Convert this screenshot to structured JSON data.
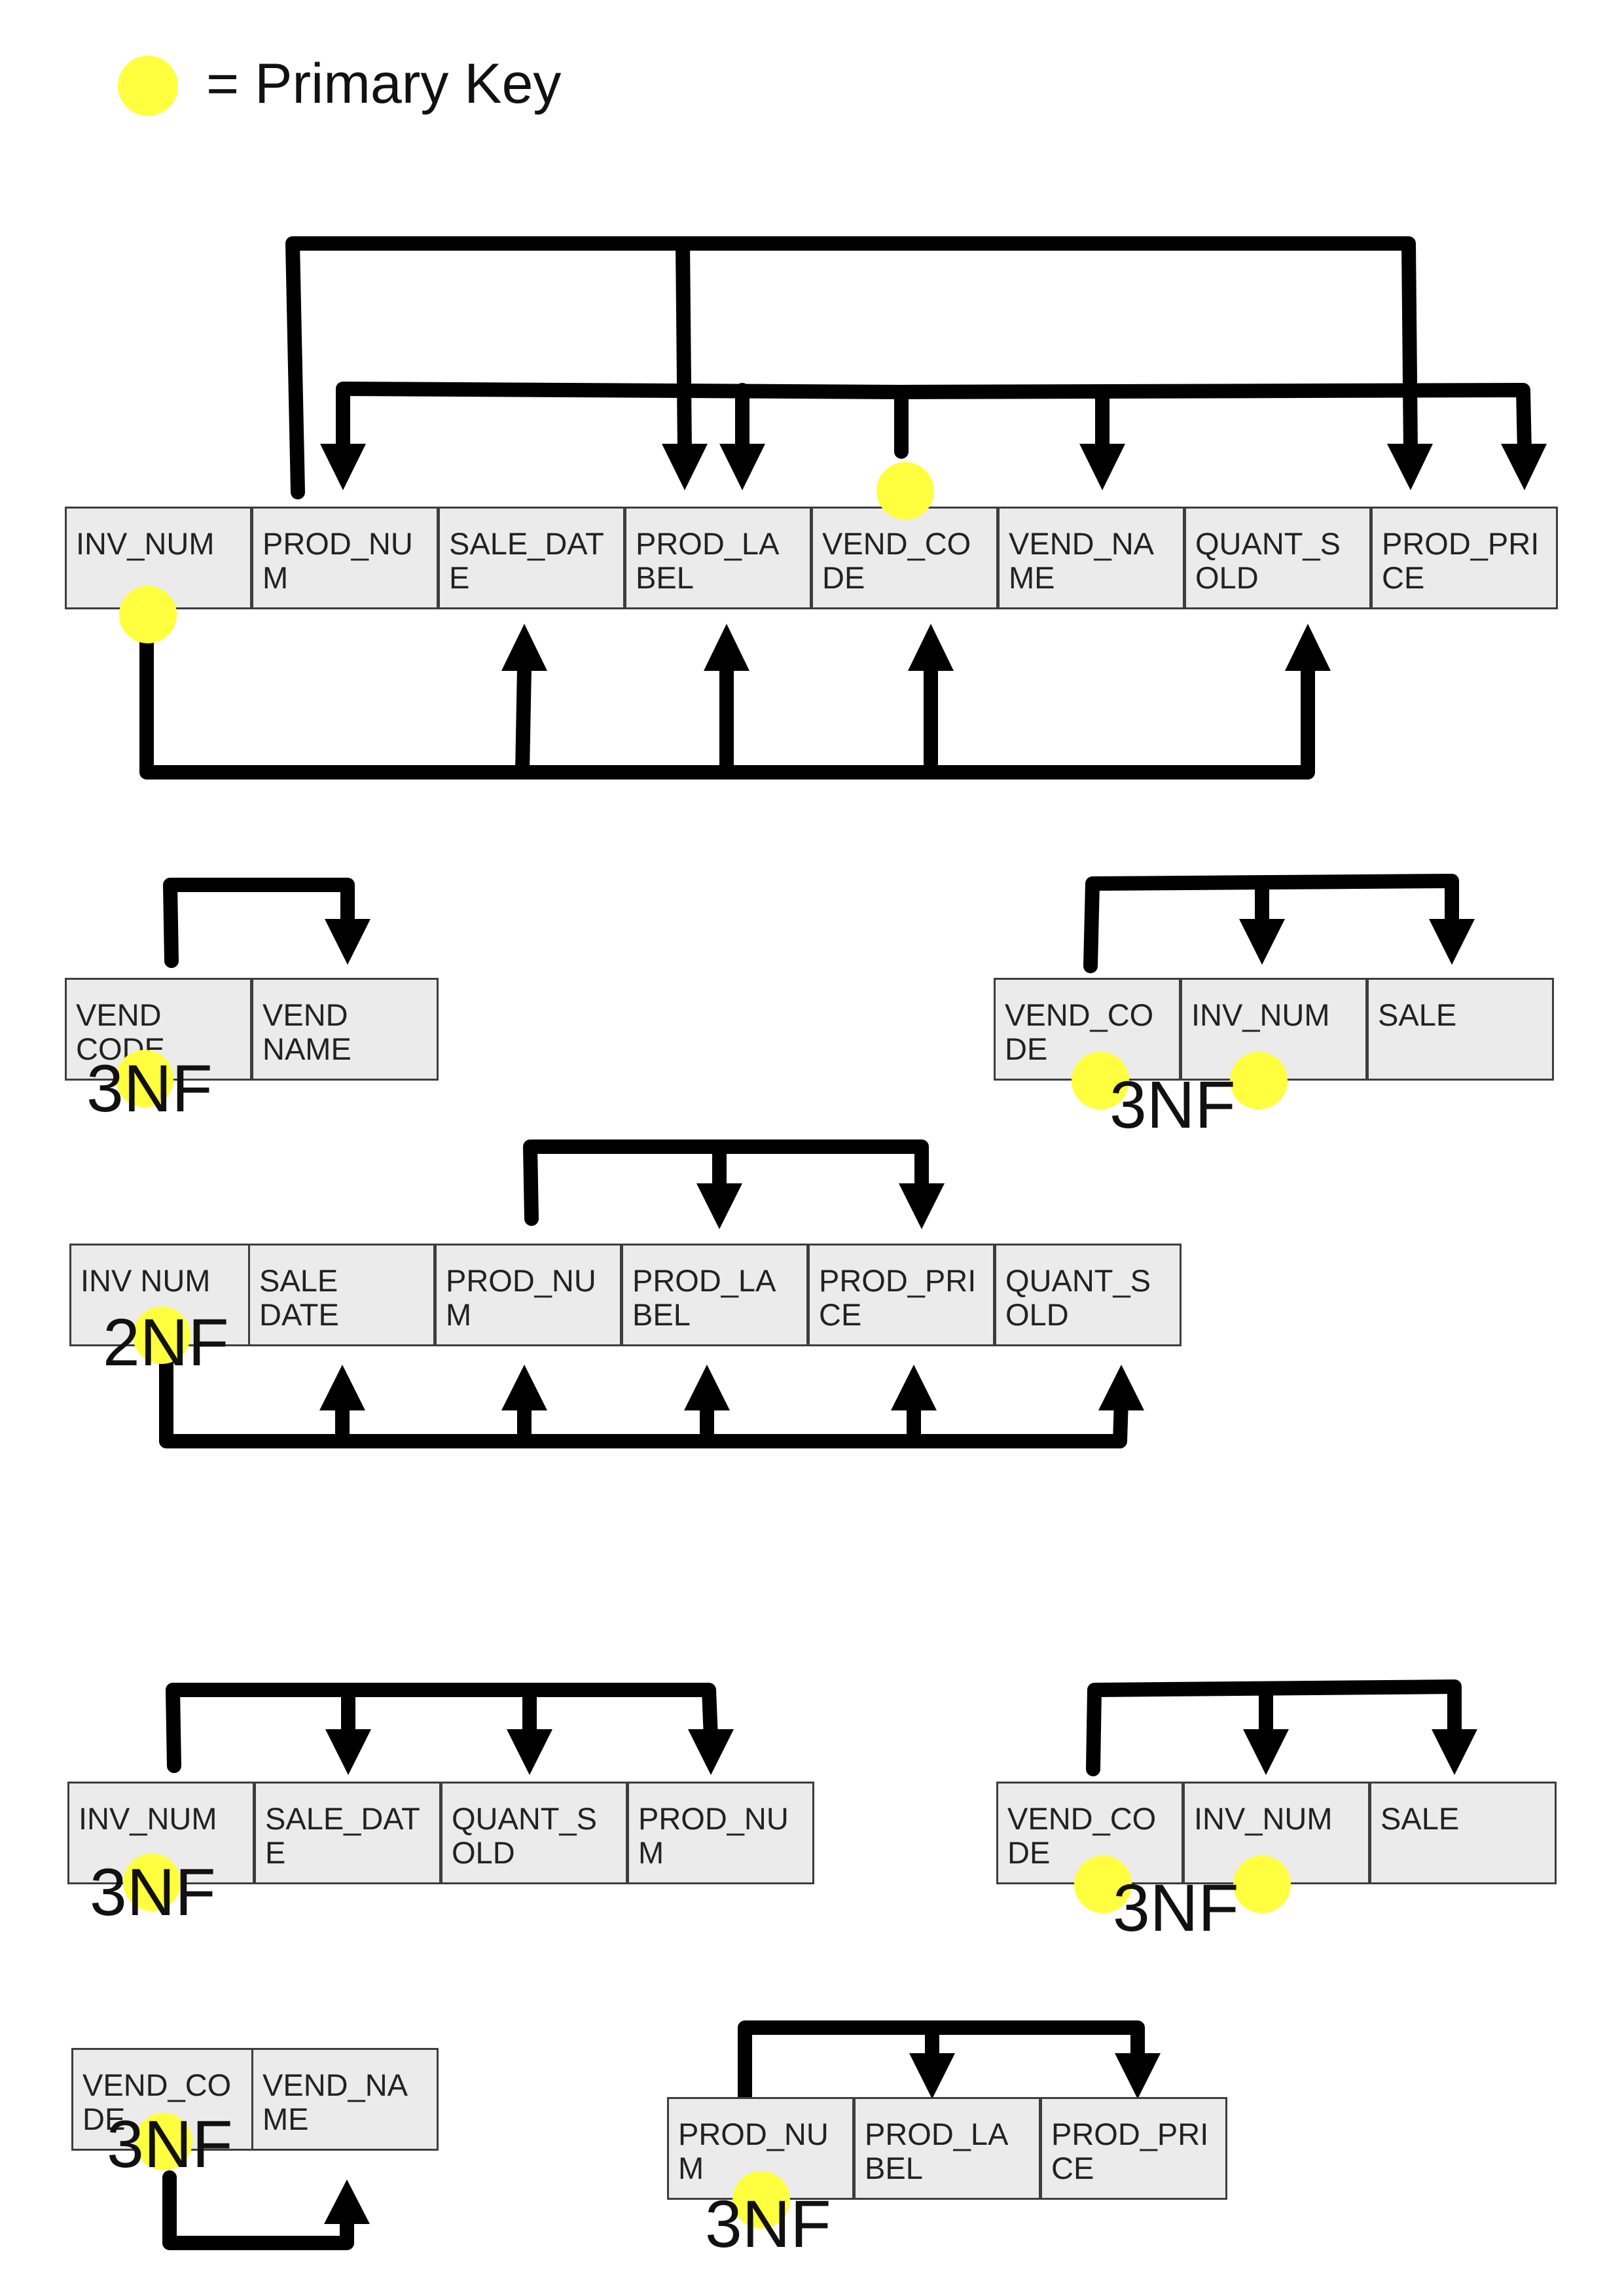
{
  "legend": {
    "color": "#ffff3f",
    "label": "= Primary Key"
  },
  "tables": {
    "top": {
      "cells": [
        "INV_NUM",
        "PROD_NU\nM",
        "SALE_DAT\nE",
        "PROD_LA\nBEL",
        "VEND_CO\nDE",
        "VEND_NA\nME",
        "QUANT_S\nOLD",
        "PROD_PRI\nCE"
      ]
    },
    "vendor_1": {
      "cells": [
        "VEND\nCODE",
        "VEND\nNAME"
      ],
      "nf": "3NF"
    },
    "vend_inv_1": {
      "cells": [
        "VEND_CO\nDE",
        "INV_NUM",
        "SALE"
      ],
      "nf": "3NF"
    },
    "invoice_2nf": {
      "cells": [
        "INV NUM",
        "SALE\nDATE",
        "PROD_NU\nM",
        "PROD_LA\nBEL",
        "PROD_PRI\nCE",
        "QUANT_S\nOLD"
      ],
      "nf": "2NF"
    },
    "invoice_3nf": {
      "cells": [
        "INV_NUM",
        "SALE_DAT\nE",
        "QUANT_S\nOLD",
        "PROD_NU\nM"
      ],
      "nf": "3NF"
    },
    "vend_inv_2": {
      "cells": [
        "VEND_CO\nDE",
        "INV_NUM",
        "SALE"
      ],
      "nf": "3NF"
    },
    "vendor_2": {
      "cells": [
        "VEND_CO\nDE",
        "VEND_NA\nME"
      ],
      "nf": "3NF"
    },
    "product": {
      "cells": [
        "PROD_NU\nM",
        "PROD_LA\nBEL",
        "PROD_PRI\nCE"
      ],
      "nf": "3NF"
    }
  }
}
